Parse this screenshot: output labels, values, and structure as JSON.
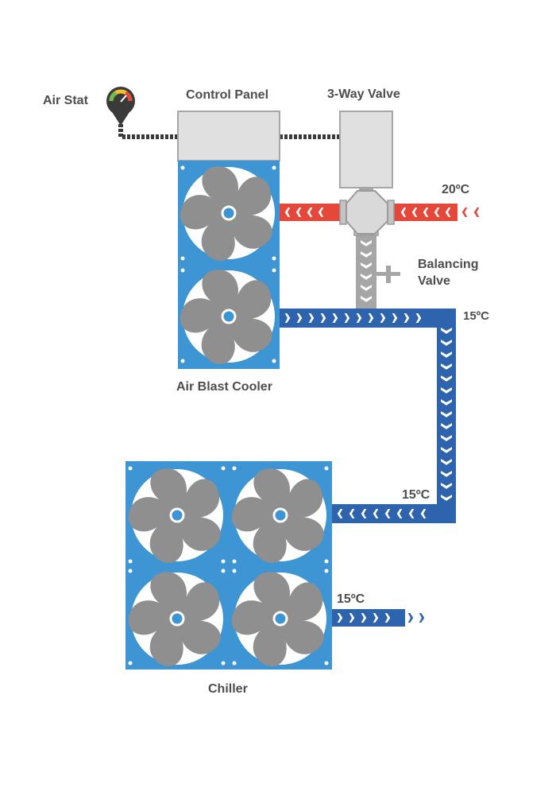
{
  "labels": {
    "air_stat": "Air Stat",
    "control_panel": "Control Panel",
    "three_way_valve": "3-Way Valve",
    "balancing_valve_line1": "Balancing",
    "balancing_valve_line2": "Valve",
    "air_blast_cooler": "Air Blast Cooler",
    "chiller": "Chiller"
  },
  "temperatures": {
    "inlet": "20ºC",
    "cooler_outlet": "15ºC",
    "chiller_inlet": "15ºC",
    "chiller_outlet": "15ºC"
  },
  "colors": {
    "unit_blue": "#3d95d4",
    "pipe_blue": "#2e63ae",
    "pipe_red": "#e5483a",
    "pipe_grey": "#a6a6a6",
    "panel_grey": "#e0e0e0",
    "fan_grey": "#8f8f8f",
    "cable": "#3a3a3a",
    "text": "#4d4d4d"
  },
  "icons": {
    "air_stat": "thermostat-gauge-icon",
    "fan": "fan-icon",
    "flow_arrow": "chevron-arrow-icon"
  }
}
